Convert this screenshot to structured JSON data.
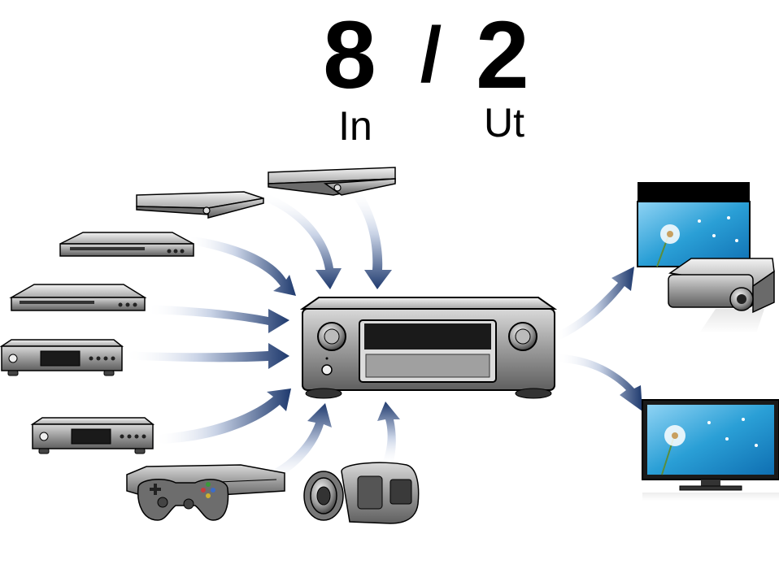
{
  "header": {
    "inputs_count": "8",
    "separator": "/",
    "outputs_count": "2",
    "inputs_label": "In",
    "outputs_label": "Ut"
  },
  "colors": {
    "arrow_dark": "#1f3a6e",
    "arrow_light": "#ffffff",
    "screen_sky": "#2a9fd6",
    "device_grey": "#8a8a8a"
  },
  "devices": {
    "sources": [
      {
        "icon": "blu-ray-player-icon"
      },
      {
        "icon": "blu-ray-player-icon"
      },
      {
        "icon": "dvd-player-icon"
      },
      {
        "icon": "dvd-player-icon"
      },
      {
        "icon": "cd-player-icon"
      },
      {
        "icon": "cd-player-icon"
      },
      {
        "icon": "game-console-icon"
      },
      {
        "icon": "camcorder-icon"
      }
    ],
    "hub": {
      "icon": "av-receiver-icon"
    },
    "outputs": [
      {
        "icon": "projector-icon"
      },
      {
        "icon": "tv-icon"
      }
    ]
  }
}
